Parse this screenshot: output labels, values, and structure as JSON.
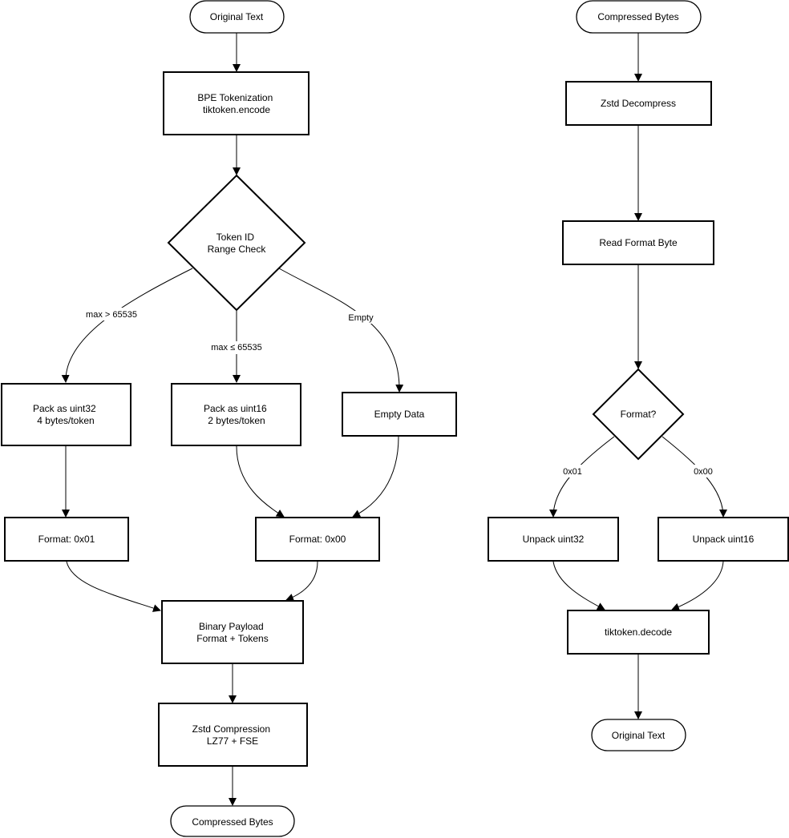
{
  "compress_flow": {
    "start": "Original Text",
    "tokenize": [
      "BPE Tokenization",
      "tiktoken.encode"
    ],
    "range_check": [
      "Token ID",
      "Range Check"
    ],
    "branch_uint32": "max > 65535",
    "branch_uint16": "max ≤ 65535",
    "branch_empty": "Empty",
    "pack_uint32": [
      "Pack as uint32",
      "4 bytes/token"
    ],
    "pack_uint16": [
      "Pack as uint16",
      "2 bytes/token"
    ],
    "empty_data": "Empty Data",
    "format_01": "Format: 0x01",
    "format_00": "Format: 0x00",
    "binary_payload": [
      "Binary Payload",
      "Format + Tokens"
    ],
    "zstd_compress": [
      "Zstd Compression",
      "LZ77 + FSE"
    ],
    "end": "Compressed Bytes"
  },
  "decompress_flow": {
    "start": "Compressed Bytes",
    "zstd_decompress": "Zstd Decompress",
    "read_format": "Read Format Byte",
    "format_decision": "Format?",
    "branch_01": "0x01",
    "branch_00": "0x00",
    "unpack_uint32": "Unpack uint32",
    "unpack_uint16": "Unpack uint16",
    "decode": "tiktoken.decode",
    "end": "Original Text"
  }
}
